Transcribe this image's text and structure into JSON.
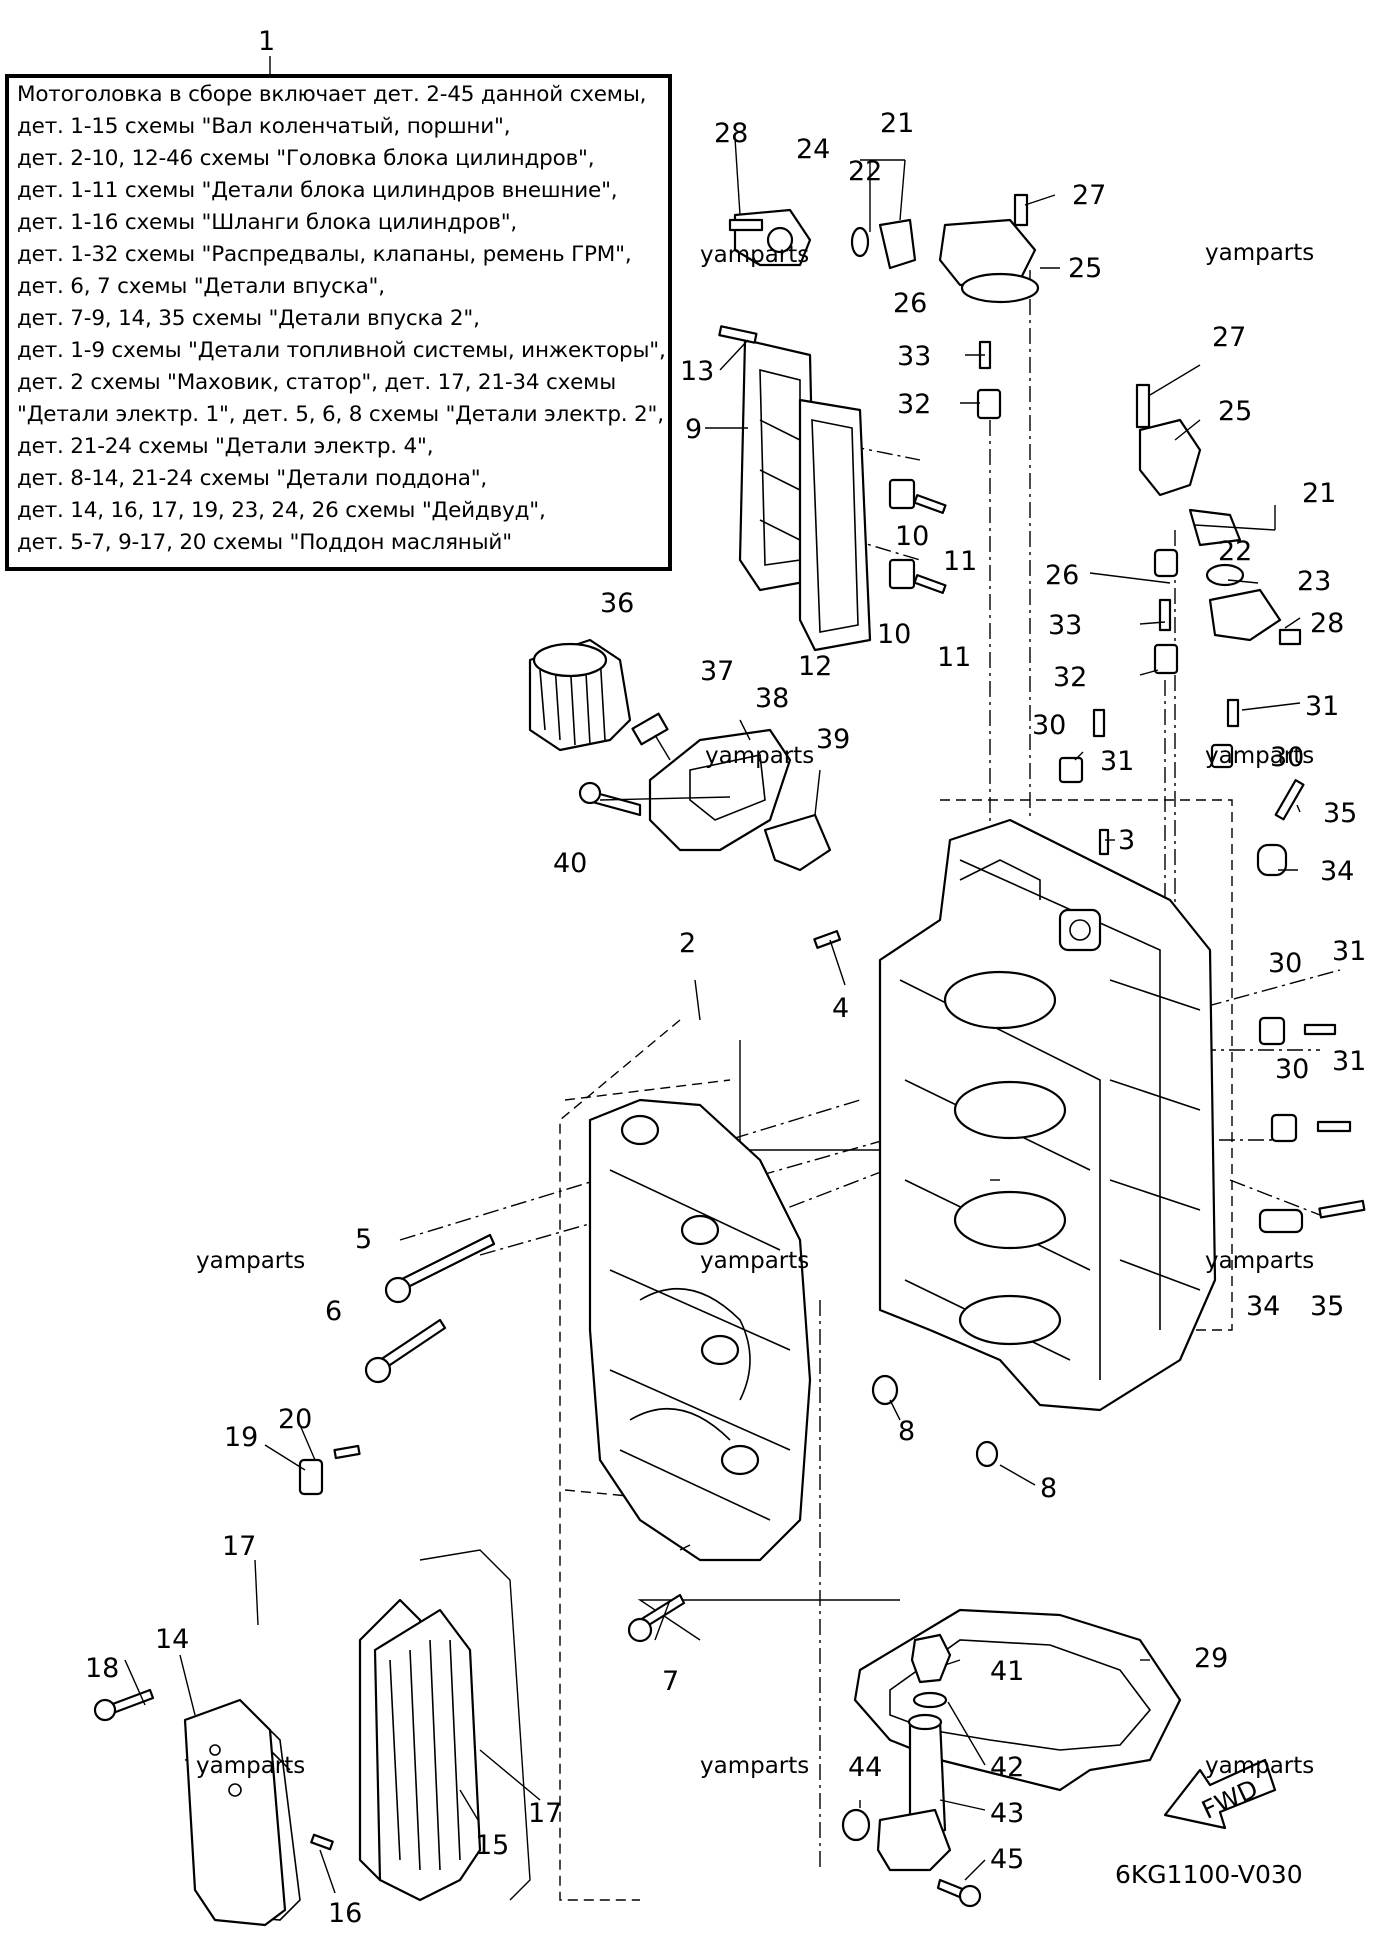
{
  "diagram": {
    "note": {
      "callout": "1",
      "lines": [
        "Мотоголовка в сборе включает дет. 2-45 данной схемы,",
        "дет. 1-15 схемы \"Вал коленчатый, поршни\",",
        "дет. 2-10, 12-46 схемы \"Головка блока цилиндров\",",
        "дет. 1-11 схемы \"Детали блока цилиндров внешние\",",
        "дет. 1-16 схемы \"Шланги блока цилиндров\",",
        "дет. 1-32 схемы \"Распредвалы, клапаны, ремень ГРМ\",",
        "дет. 6, 7 схемы \"Детали впуска\",",
        "дет. 7-9, 14, 35 схемы \"Детали впуска 2\",",
        "дет. 1-9 схемы \"Детали топливной системы, инжекторы\",",
        "дет. 2 схемы \"Маховик, статор\", дет. 17, 21-34 схемы",
        "\"Детали электр. 1\", дет. 5, 6, 8 схемы \"Детали электр. 2\",",
        "дет. 21-24 схемы \"Детали электр. 4\",",
        "дет. 8-14, 21-24 схемы \"Детали поддона\",",
        "дет. 14, 16, 17, 19, 23, 24, 26 схемы \"Дейдвуд\",",
        "дет. 5-7, 9-17, 20 схемы \"Поддон масляный\""
      ]
    },
    "callouts": [
      "28",
      "24",
      "21",
      "22",
      "27",
      "25",
      "26",
      "33",
      "32",
      "13",
      "9",
      "10",
      "11",
      "10",
      "11",
      "12",
      "27",
      "25",
      "21",
      "22",
      "26",
      "23",
      "33",
      "28",
      "32",
      "36",
      "37",
      "38",
      "39",
      "40",
      "30",
      "31",
      "3",
      "31",
      "30",
      "35",
      "34",
      "2",
      "4",
      "30",
      "31",
      "30",
      "31",
      "5",
      "6",
      "34",
      "35",
      "8",
      "8",
      "20",
      "19",
      "29",
      "17",
      "14",
      "18",
      "41",
      "7",
      "42",
      "44",
      "43",
      "17",
      "15",
      "45",
      "16"
    ],
    "watermark": "yamparts",
    "fwd_label": "FWD",
    "drawing_code": "6KG1100-V030"
  },
  "colors": {
    "ink": "#000000",
    "paper": "#ffffff"
  }
}
